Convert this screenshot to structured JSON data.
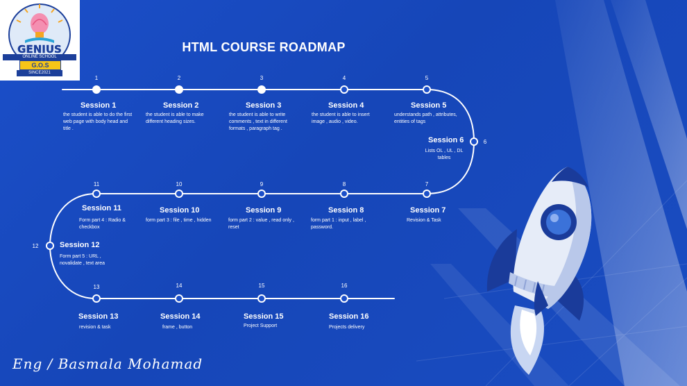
{
  "title": "HTML COURSE ROADMAP",
  "logo": {
    "name": "GENIUS",
    "ribbon": "ONLINE SCHOOL",
    "acronym": "G.O.S",
    "since": "SINCE2021"
  },
  "signature": "Eng / Basmala Mohamad",
  "sessions": [
    {
      "num": "1",
      "title": "Session 1",
      "desc": "the student is able to do the first web page with body head and title ."
    },
    {
      "num": "2",
      "title": "Session 2",
      "desc": "the student is able to make different heading sizes."
    },
    {
      "num": "3",
      "title": "Session 3",
      "desc": "the student is able to write comments , text in different formats , paragraph tag ."
    },
    {
      "num": "4",
      "title": "Session 4",
      "desc": "the student is able to insert image , audio , video."
    },
    {
      "num": "5",
      "title": "Session 5",
      "desc": "understands path , attributes, entities of tags"
    },
    {
      "num": "6",
      "title": "Session 6",
      "desc": "Lists OL , UL , DL tables"
    },
    {
      "num": "7",
      "title": "Session 7",
      "desc": "Revision & Task"
    },
    {
      "num": "8",
      "title": "Session 8",
      "desc": "form part 1 : input , label , password."
    },
    {
      "num": "9",
      "title": "Session 9",
      "desc": "form part 2 : value , read only , reset"
    },
    {
      "num": "10",
      "title": "Session 10",
      "desc": "form part 3 : file , time , hidden"
    },
    {
      "num": "11",
      "title": "Session 11",
      "desc": "Form part 4 : Radio & checkbox"
    },
    {
      "num": "12",
      "title": "Session 12",
      "desc": "Form part 5 : URL , novalidate , text area"
    },
    {
      "num": "13",
      "title": "Session 13",
      "desc": "revision & task"
    },
    {
      "num": "14",
      "title": "Session 14",
      "desc": "frame , button"
    },
    {
      "num": "15",
      "title": "Session 15",
      "desc": "Project Support"
    },
    {
      "num": "16",
      "title": "Session 16",
      "desc": "Projects delivery"
    }
  ]
}
